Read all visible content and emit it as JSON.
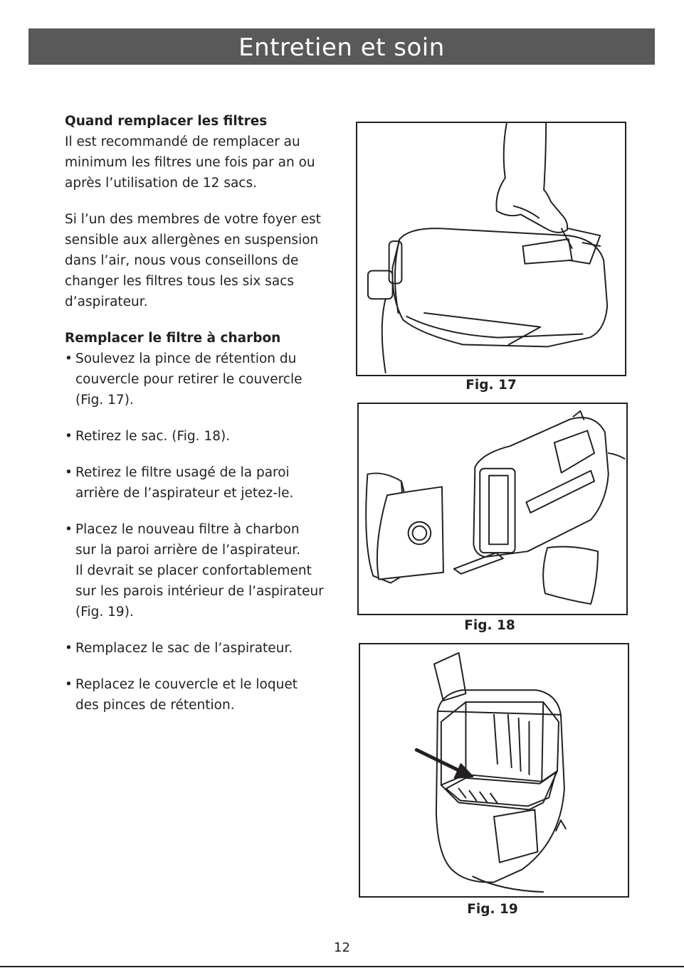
{
  "header": {
    "title": "Entretien et soin"
  },
  "section1": {
    "heading": "Quand remplacer les filtres",
    "lines": [
      "Il est recommandé de remplacer au",
      "minimum les filtres une fois par an ou",
      "après l’utilisation de 12 sacs."
    ]
  },
  "section2": {
    "lines": [
      "Si l’un des membres de votre foyer est",
      "sensible aux allergènes en suspension",
      "dans l’air, nous vous conseillons de",
      "changer les filtres tous les six sacs",
      "d’aspirateur."
    ]
  },
  "section3": {
    "heading": "Remplacer le filtre à charbon",
    "bullets": [
      {
        "lines": [
          "Soulevez la pince de rétention du",
          "couvercle pour retirer le couvercle",
          "(Fig. 17)."
        ]
      },
      {
        "lines": [
          "Retirez le sac. (Fig. 18)."
        ]
      },
      {
        "lines": [
          "Retirez le filtre usagé de la paroi",
          "arrière de l’aspirateur et jetez-le."
        ]
      },
      {
        "lines": [
          "Placez le nouveau filtre à charbon",
          "sur la paroi arrière de l’aspirateur.",
          "Il devrait se placer confortablement",
          "sur les parois intérieur de l’aspirateur",
          "(Fig. 19)."
        ]
      },
      {
        "lines": [
          "Remplacez le sac de l’aspirateur."
        ]
      },
      {
        "lines": [
          "Replacez le couvercle et le loquet",
          "des pinces de rétention."
        ]
      }
    ],
    "bullet_char": "•"
  },
  "figures": {
    "fig17": {
      "caption": "Fig. 17"
    },
    "fig18": {
      "caption": "Fig. 18"
    },
    "fig19": {
      "caption": "Fig. 19"
    }
  },
  "footer": {
    "page_number": "12"
  }
}
